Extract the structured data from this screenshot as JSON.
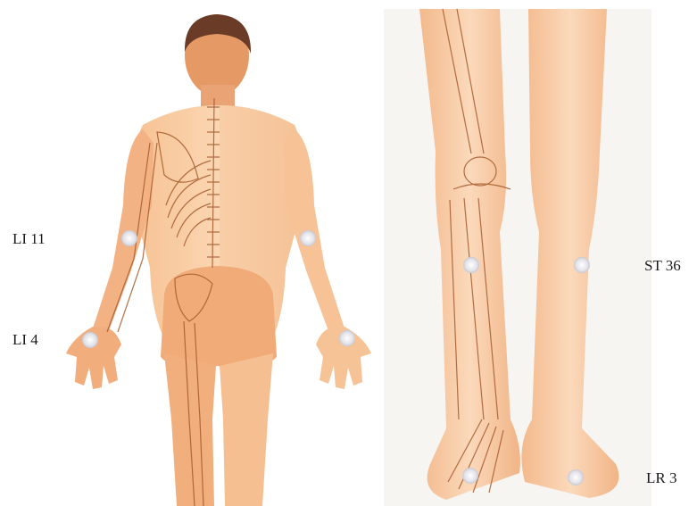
{
  "labels": {
    "li11": "LI 11",
    "li4": "LI 4",
    "st36": "ST 36",
    "lr3": "LR 3"
  },
  "colors": {
    "skin_light": "#f9d3ad",
    "skin_mid": "#f4b889",
    "skin_dark": "#e99a67",
    "bone_line": "#a65a2c",
    "hair": "#6a3b26",
    "point_marker": "#e6e6ea",
    "leg_panel_bg": "#f7f5f2"
  },
  "acupoints": [
    {
      "id": "li11-left",
      "label_key": "li11"
    },
    {
      "id": "li11-right",
      "label_key": "li11"
    },
    {
      "id": "li4-left",
      "label_key": "li4"
    },
    {
      "id": "li4-right",
      "label_key": "li4"
    },
    {
      "id": "st36-left",
      "label_key": "st36"
    },
    {
      "id": "st36-right",
      "label_key": "st36"
    },
    {
      "id": "lr3-left",
      "label_key": "lr3"
    },
    {
      "id": "lr3-right",
      "label_key": "lr3"
    }
  ]
}
